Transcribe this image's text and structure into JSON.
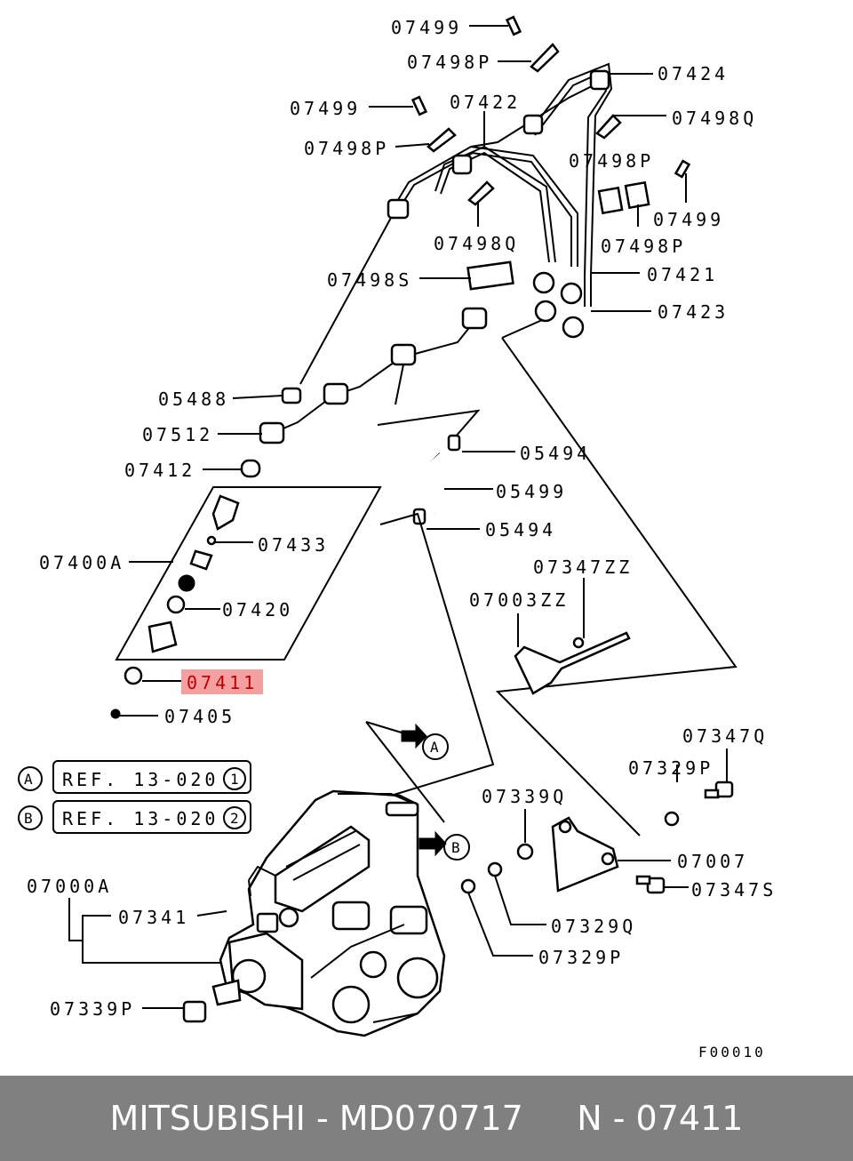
{
  "labels": {
    "p07499_top": "07499",
    "p07498P_top": "07498P",
    "p07424": "07424",
    "p07499_mid": "07499",
    "p07422": "07422",
    "p07498Q_right": "07498Q",
    "p07498P_left": "07498P",
    "p07498P_right": "07498P",
    "p07499_right": "07499",
    "p07498Q_mid": "07498Q",
    "p07498P_right2": "07498P",
    "p07498S": "07498S",
    "p07421": "07421",
    "p07423": "07423",
    "p05488": "05488",
    "p07512": "07512",
    "p05494_top": "05494",
    "p07412": "07412",
    "p05499": "05499",
    "p05494_bot": "05494",
    "p07433": "07433",
    "p07400A": "07400A",
    "p07347ZZ": "07347ZZ",
    "p07003ZZ": "07003ZZ",
    "p07420": "07420",
    "p07411": "07411",
    "p07405": "07405",
    "p07347Q": "07347Q",
    "p07329P_right": "07329P",
    "p07339Q": "07339Q",
    "p07007": "07007",
    "p07347S": "07347S",
    "p07000A": "07000A",
    "p07341": "07341",
    "p07329Q": "07329Q",
    "p07329P_bot": "07329P",
    "p07339P": "07339P",
    "figure_code": "F00010"
  },
  "refs": [
    {
      "letter": "A",
      "text": "REF. 13-020",
      "num": "1"
    },
    {
      "letter": "B",
      "text": "REF. 13-020",
      "num": "2"
    }
  ],
  "callouts": {
    "a": "A",
    "b": "B"
  },
  "highlight_color": "#f4a0a0",
  "footer": {
    "brand": "MITSUBISHI - MD070717",
    "part": "N - 07411"
  }
}
